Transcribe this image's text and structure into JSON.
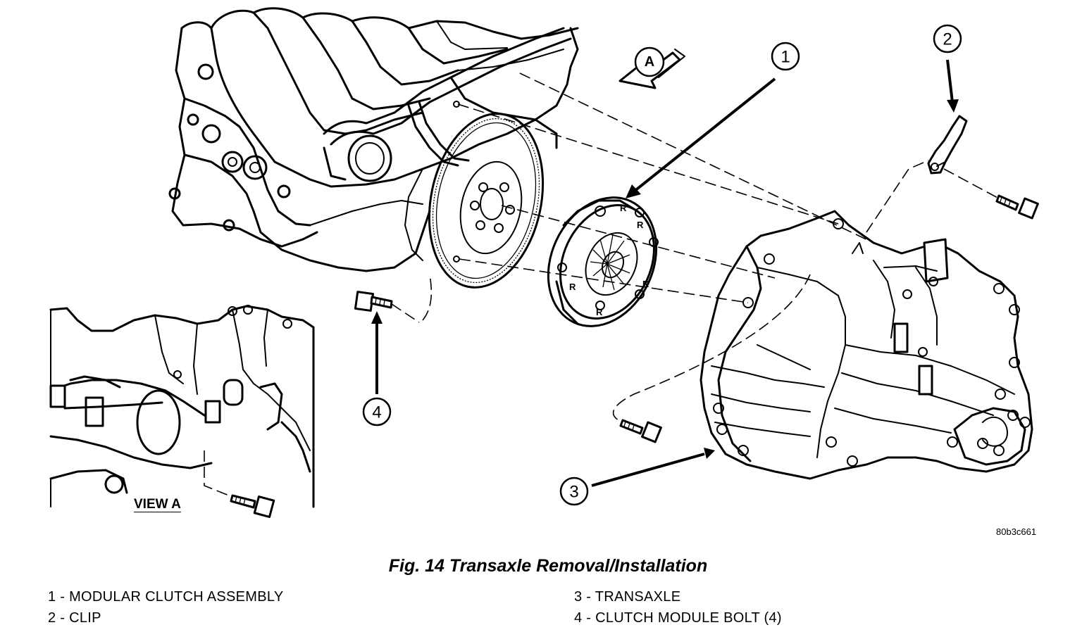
{
  "figure": {
    "caption": "Fig. 14 Transaxle Removal/Installation",
    "image_code": "80b3c661",
    "view_label": "VIEW A",
    "view_arrow_letter": "A"
  },
  "callouts": [
    {
      "number": "1"
    },
    {
      "number": "2"
    },
    {
      "number": "3"
    },
    {
      "number": "4"
    }
  ],
  "legend": [
    {
      "text": "1 - MODULAR CLUTCH ASSEMBLY"
    },
    {
      "text": "2 - CLIP"
    },
    {
      "text": "3 - TRANSAXLE"
    },
    {
      "text": "4 - CLUTCH MODULE BOLT (4)"
    }
  ],
  "pressure_plate_marks": [
    "R",
    "R",
    "R",
    "R",
    "R"
  ]
}
